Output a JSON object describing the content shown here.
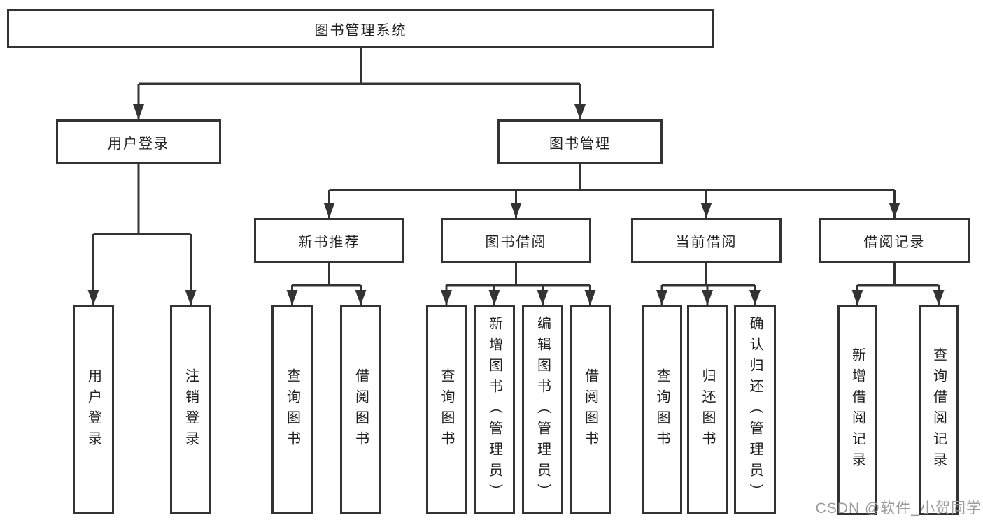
{
  "diagram": {
    "type": "hierarchy-diagram",
    "style": {
      "line_color": "#333333",
      "box_border_color": "#333333",
      "box_fill": "#ffffff",
      "text_color": "#1f1f1f",
      "watermark_color": "#9b9b9b",
      "background": "#ffffff"
    },
    "tree": {
      "label": "图书管理系统",
      "children": [
        {
          "label": "用户登录",
          "children": [
            {
              "label": "用户登录"
            },
            {
              "label": "注销登录"
            }
          ]
        },
        {
          "label": "图书管理",
          "children": [
            {
              "label": "新书推荐",
              "children": [
                {
                  "label": "查询图书"
                },
                {
                  "label": "借阅图书"
                }
              ]
            },
            {
              "label": "图书借阅",
              "children": [
                {
                  "label": "查询图书"
                },
                {
                  "label": "新增图书（管理员）"
                },
                {
                  "label": "编辑图书（管理员）"
                },
                {
                  "label": "借阅图书"
                }
              ]
            },
            {
              "label": "当前借阅",
              "children": [
                {
                  "label": "查询图书"
                },
                {
                  "label": "归还图书"
                },
                {
                  "label": "确认归还（管理员）"
                }
              ]
            },
            {
              "label": "借阅记录",
              "children": [
                {
                  "label": "新增借阅记录"
                },
                {
                  "label": "查询借阅记录"
                }
              ]
            }
          ]
        }
      ]
    },
    "watermark": {
      "text": "CSDN @软件_小贺同学"
    }
  }
}
